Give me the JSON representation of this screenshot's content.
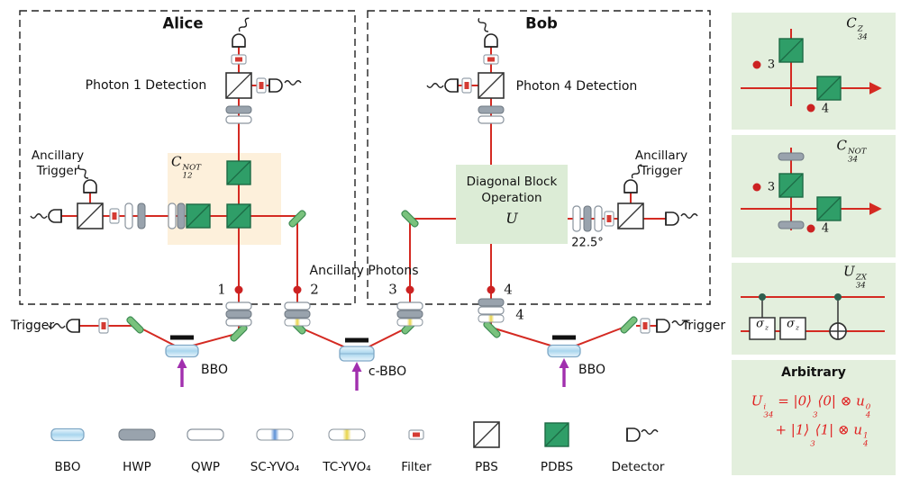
{
  "figure": {
    "alice": {
      "title": "Alice",
      "detection_label": "Photon 1 Detection",
      "ancillary_trigger": "Ancillary Trigger",
      "gate_label": [
        {
          "t": "C"
        },
        {
          "sup": "NOT",
          "sub": "12"
        }
      ]
    },
    "bob": {
      "title": "Bob",
      "detection_label": "Photon 4 Detection",
      "ancillary_trigger": "Ancillary Trigger",
      "block_line1": "Diagonal Block",
      "block_line2": "Operation",
      "block_symbol": [
        {
          "t": "U"
        }
      ],
      "hwp_angle": "22.5°"
    },
    "photons": {
      "n1": "1",
      "n2": "2",
      "n3": "3",
      "n4": "4",
      "ancillary_label": "Ancillary Photons",
      "plate_group_label": "4"
    },
    "sources": {
      "trigger_left": "Trigger",
      "trigger_right": "Trigger",
      "bbo_left": "BBO",
      "bbo_center": "c-BBO",
      "bbo_right": "BBO"
    }
  },
  "panels": {
    "cz": {
      "label": [
        {
          "t": "C"
        },
        {
          "sup": "Z",
          "sub": "34"
        }
      ],
      "dot3": "3",
      "dot4": "4"
    },
    "cnot": {
      "label": [
        {
          "t": "C"
        },
        {
          "sup": "NOT",
          "sub": "34"
        }
      ],
      "dot3": "3",
      "dot4": "4"
    },
    "uzx": {
      "label": [
        {
          "t": "U"
        },
        {
          "sup": "ZX",
          "sub": "34"
        }
      ],
      "gate1": [
        {
          "t": "σ"
        },
        {
          "sup": "z"
        }
      ],
      "gate2": [
        {
          "t": "σ"
        },
        {
          "sup": "z"
        }
      ]
    },
    "arbitrary": {
      "title": "Arbitrary",
      "line1": [
        {
          "t": "U"
        },
        {
          "sup": "i",
          "sub": "34"
        },
        {
          "t": " = |0⟩"
        },
        {
          "sub": "3"
        },
        {
          "t": "⟨0| ⊗ u"
        },
        {
          "sup": "0",
          "sub": "4"
        }
      ],
      "line2": [
        {
          "t": "+ |1⟩"
        },
        {
          "sub": "3"
        },
        {
          "t": "⟨1| ⊗ u"
        },
        {
          "sup": "1",
          "sub": "4"
        }
      ]
    }
  },
  "legend": {
    "items": [
      {
        "icon": "bbo-icon",
        "label": "BBO"
      },
      {
        "icon": "hwp-icon",
        "label": "HWP"
      },
      {
        "icon": "qwp-icon",
        "label": "QWP"
      },
      {
        "icon": "sc-yvo4-icon",
        "label": "SC-YVO₄"
      },
      {
        "icon": "tc-yvo4-icon",
        "label": "TC-YVO₄"
      },
      {
        "icon": "filter-icon",
        "label": "Filter"
      },
      {
        "icon": "pbs-icon",
        "label": "PBS"
      },
      {
        "icon": "pdbs-icon",
        "label": "PDBS"
      },
      {
        "icon": "detector-icon",
        "label": "Detector"
      }
    ]
  },
  "colors": {
    "beam": "#d42a22",
    "pdbs_green": "#2f9e68",
    "mirror_green": "#79c27d",
    "pump_purple": "#a12fae",
    "shade_warm": "#fdf0db",
    "shade_green": "#e3efdd",
    "red_dot": "#cc2222",
    "formula_red": "#e02020"
  }
}
